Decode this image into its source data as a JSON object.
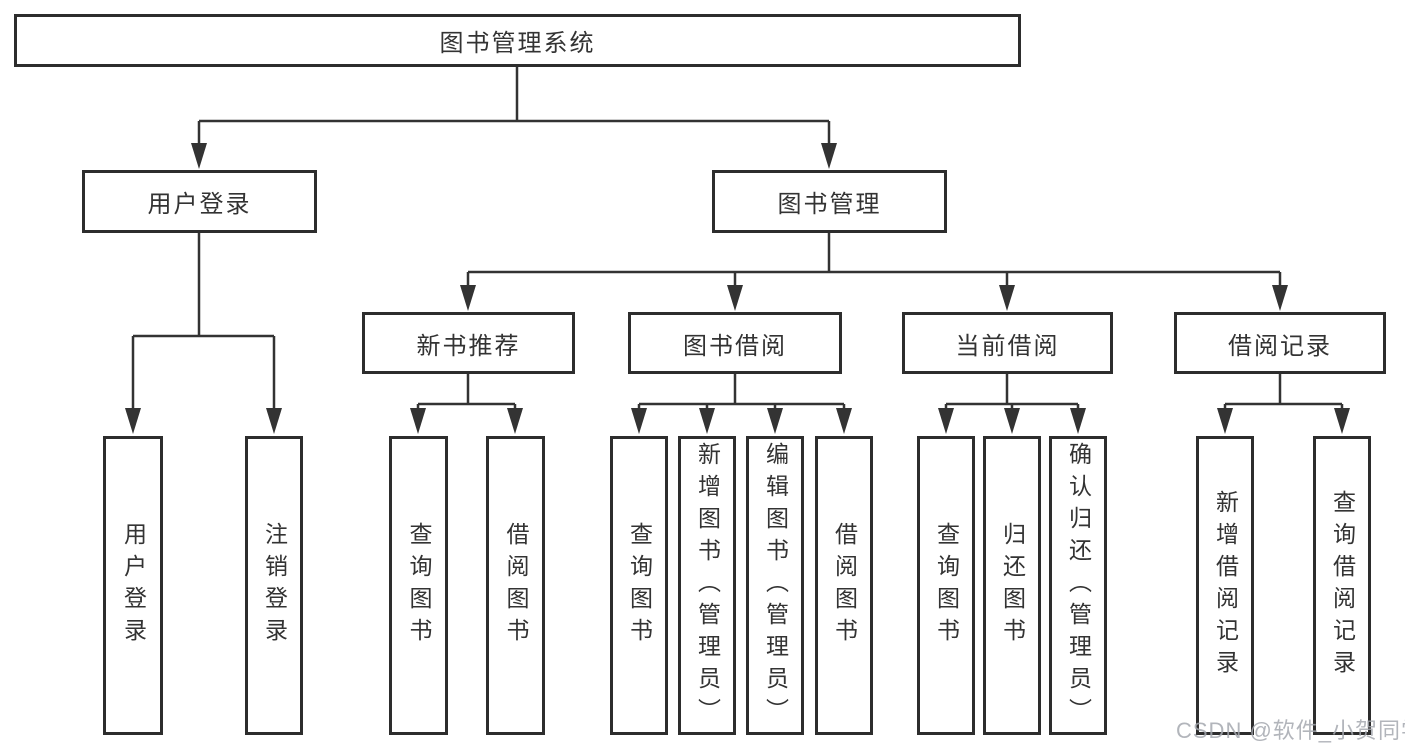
{
  "diagram": {
    "root": {
      "label": "图书管理系统"
    },
    "branches": [
      {
        "label": "用户登录",
        "children": [
          {
            "label": "用户登录"
          },
          {
            "label": "注销登录"
          }
        ]
      },
      {
        "label": "图书管理",
        "children": [
          {
            "label": "新书推荐",
            "children": [
              {
                "label": "查询图书"
              },
              {
                "label": "借阅图书"
              }
            ]
          },
          {
            "label": "图书借阅",
            "children": [
              {
                "label": "查询图书"
              },
              {
                "label": "新增图书（管理员）"
              },
              {
                "label": "编辑图书（管理员）"
              },
              {
                "label": "借阅图书"
              }
            ]
          },
          {
            "label": "当前借阅",
            "children": [
              {
                "label": "查询图书"
              },
              {
                "label": "归还图书"
              },
              {
                "label": "确认归还（管理员）"
              }
            ]
          },
          {
            "label": "借阅记录",
            "children": [
              {
                "label": "新增借阅记录"
              },
              {
                "label": "查询借阅记录"
              }
            ]
          }
        ]
      }
    ]
  },
  "watermark": {
    "text": "CSDN @软件_小贺同学"
  },
  "colors": {
    "line": "#333333",
    "box_border": "#2d2d2d",
    "text": "#333333",
    "background": "#ffffff",
    "watermark": "#a5a8af"
  }
}
